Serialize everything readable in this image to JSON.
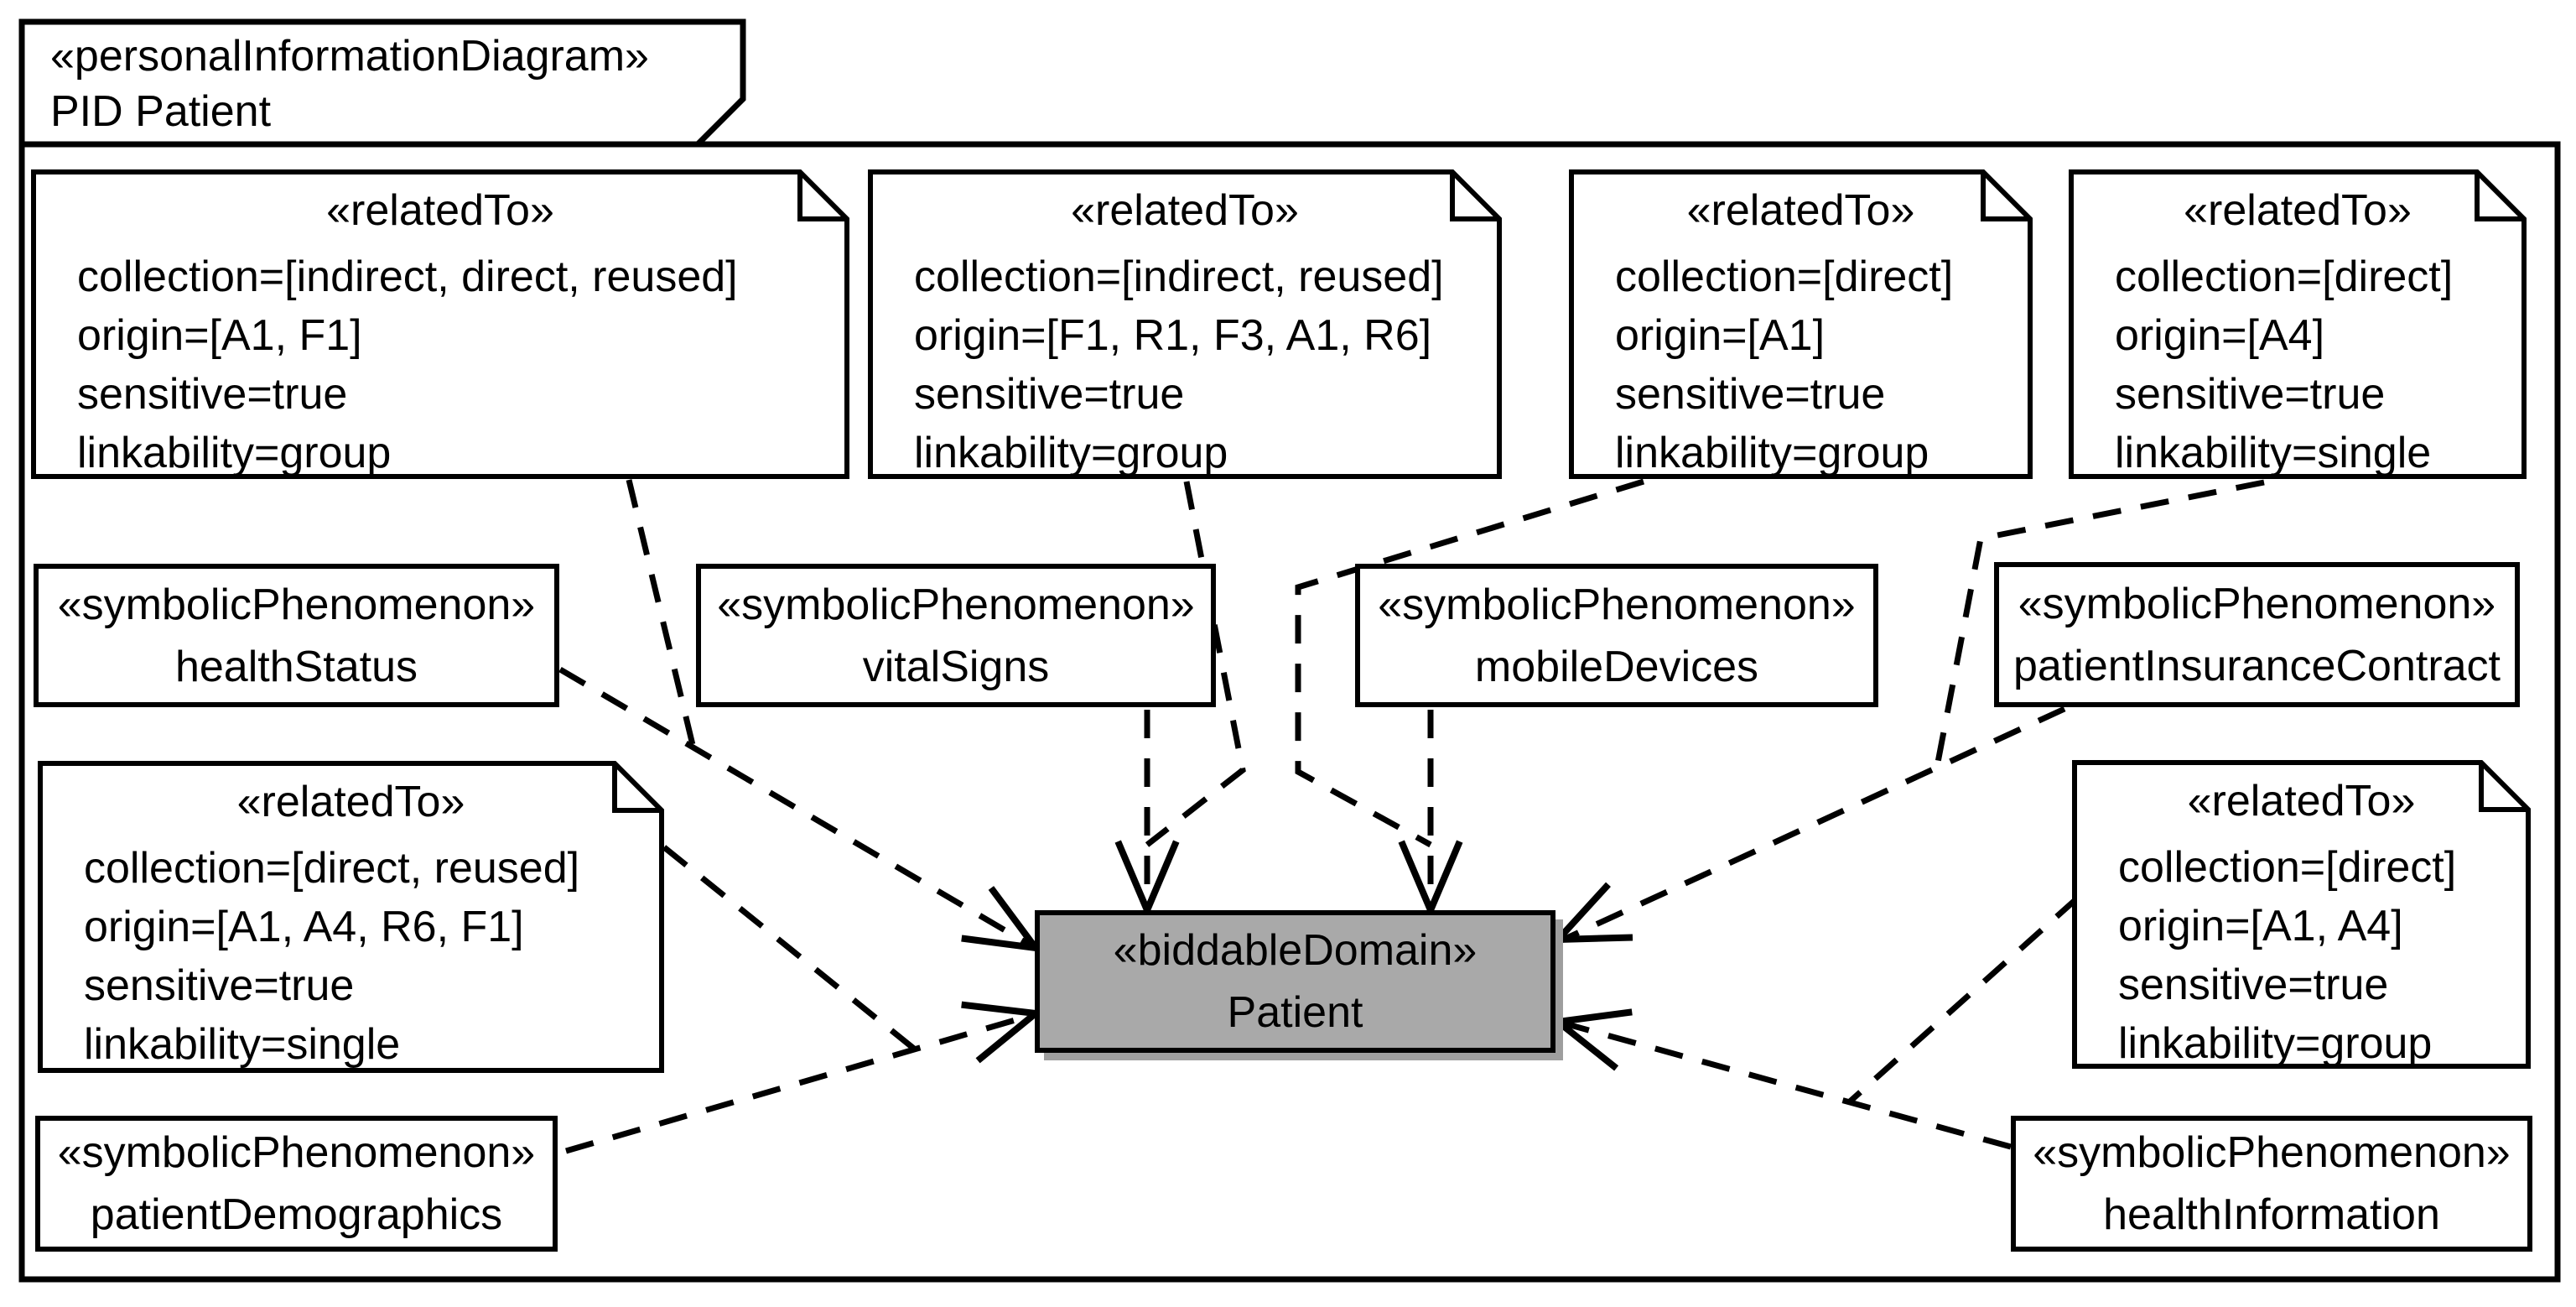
{
  "diagram": {
    "frame": {
      "stereotype": "«personalInformationDiagram»",
      "name": "PID Patient"
    },
    "domain_box": {
      "stereotype": "«biddableDomain»",
      "name": "Patient",
      "fill": "#a9a9a9"
    },
    "phenomena": [
      {
        "id": "healthStatus",
        "stereotype": "«symbolicPhenomenon»",
        "name": "healthStatus"
      },
      {
        "id": "vitalSigns",
        "stereotype": "«symbolicPhenomenon»",
        "name": "vitalSigns"
      },
      {
        "id": "mobileDevices",
        "stereotype": "«symbolicPhenomenon»",
        "name": "mobileDevices"
      },
      {
        "id": "patientInsuranceContract",
        "stereotype": "«symbolicPhenomenon»",
        "name": "patientInsuranceContract"
      },
      {
        "id": "patientDemographics",
        "stereotype": "«symbolicPhenomenon»",
        "name": "patientDemographics"
      },
      {
        "id": "healthInformation",
        "stereotype": "«symbolicPhenomenon»",
        "name": "healthInformation"
      }
    ],
    "notes": [
      {
        "id": "note-healthStatus",
        "stereotype": "«relatedTo»",
        "lines": [
          "collection=[indirect, direct, reused]",
          "origin=[A1, F1]",
          "sensitive=true",
          "linkability=group"
        ]
      },
      {
        "id": "note-vitalSigns",
        "stereotype": "«relatedTo»",
        "lines": [
          "collection=[indirect, reused]",
          "origin=[F1, R1, F3, A1, R6]",
          "sensitive=true",
          "linkability=group"
        ]
      },
      {
        "id": "note-mobileDevices",
        "stereotype": "«relatedTo»",
        "lines": [
          "collection=[direct]",
          "origin=[A1]",
          "sensitive=true",
          "linkability=group"
        ]
      },
      {
        "id": "note-patientInsuranceContract",
        "stereotype": "«relatedTo»",
        "lines": [
          "collection=[direct]",
          "origin=[A4]",
          "sensitive=true",
          "linkability=single"
        ]
      },
      {
        "id": "note-patientDemographics",
        "stereotype": "«relatedTo»",
        "lines": [
          "collection=[direct, reused]",
          "origin=[A1, A4, R6, F1]",
          "sensitive=true",
          "linkability=single"
        ]
      },
      {
        "id": "note-healthInformation",
        "stereotype": "«relatedTo»",
        "lines": [
          "collection=[direct]",
          "origin=[A1, A4]",
          "sensitive=true",
          "linkability=group"
        ]
      }
    ],
    "colors": {
      "stroke": "#000000",
      "background": "#ffffff",
      "domain_fill": "#a9a9a9",
      "domain_shadow": "#9e9e9e"
    }
  }
}
